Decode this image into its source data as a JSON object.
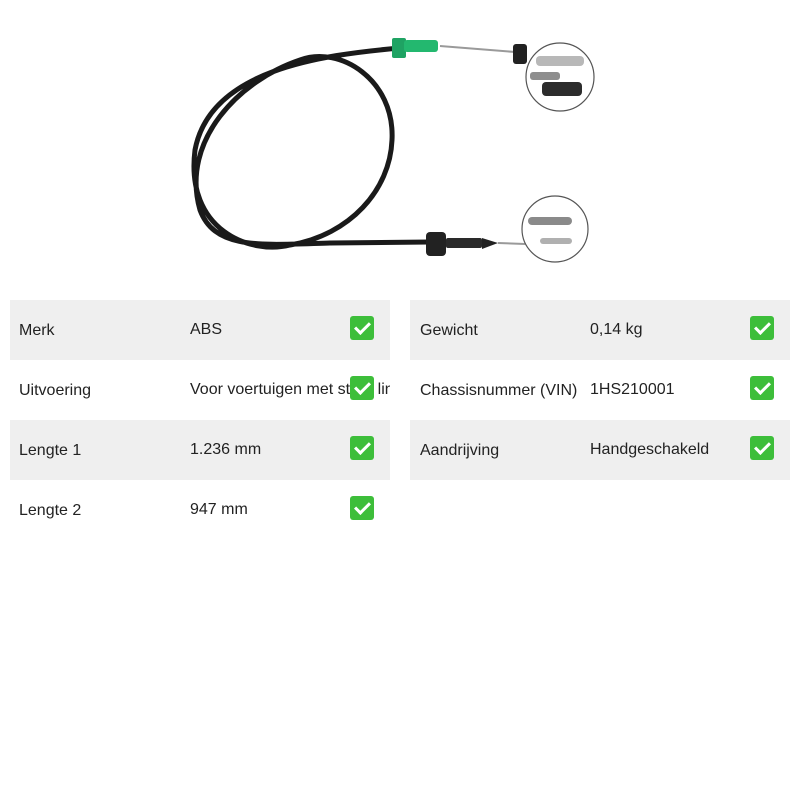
{
  "product": {
    "image_name": "accelerator-cable-image",
    "brand_color_green": "#22b573"
  },
  "specs_left": [
    {
      "label": "Merk",
      "value": "ABS"
    },
    {
      "label": "Uitvoering",
      "value": "Voor voertuigen met stuur links"
    },
    {
      "label": "Lengte 1",
      "value": "1.236 mm"
    },
    {
      "label": "Lengte 2",
      "value": "947 mm"
    }
  ],
  "specs_right": [
    {
      "label": "Gewicht",
      "value": "0,14 kg"
    },
    {
      "label": "Chassisnummer (VIN)",
      "value": "1HS210001"
    },
    {
      "label": "Aandrijving",
      "value": "Handgeschakeld"
    }
  ],
  "colors": {
    "row_alt": "#efefef",
    "check_green": "#3dbe3a"
  }
}
